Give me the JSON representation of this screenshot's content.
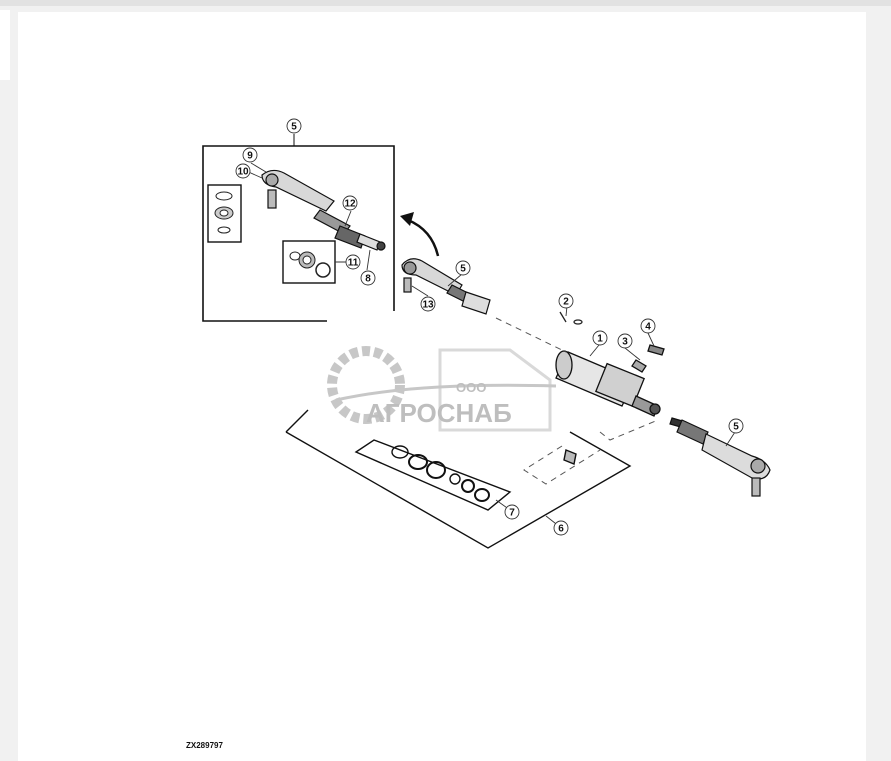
{
  "figure": {
    "id": "ZX289797",
    "callouts": [
      "5",
      "9",
      "10",
      "12",
      "11",
      "8",
      "5",
      "13",
      "2",
      "1",
      "3",
      "4",
      "5",
      "7",
      "6"
    ]
  },
  "watermark": {
    "line1": "ООО",
    "line2": "АГРОСНАБ"
  }
}
